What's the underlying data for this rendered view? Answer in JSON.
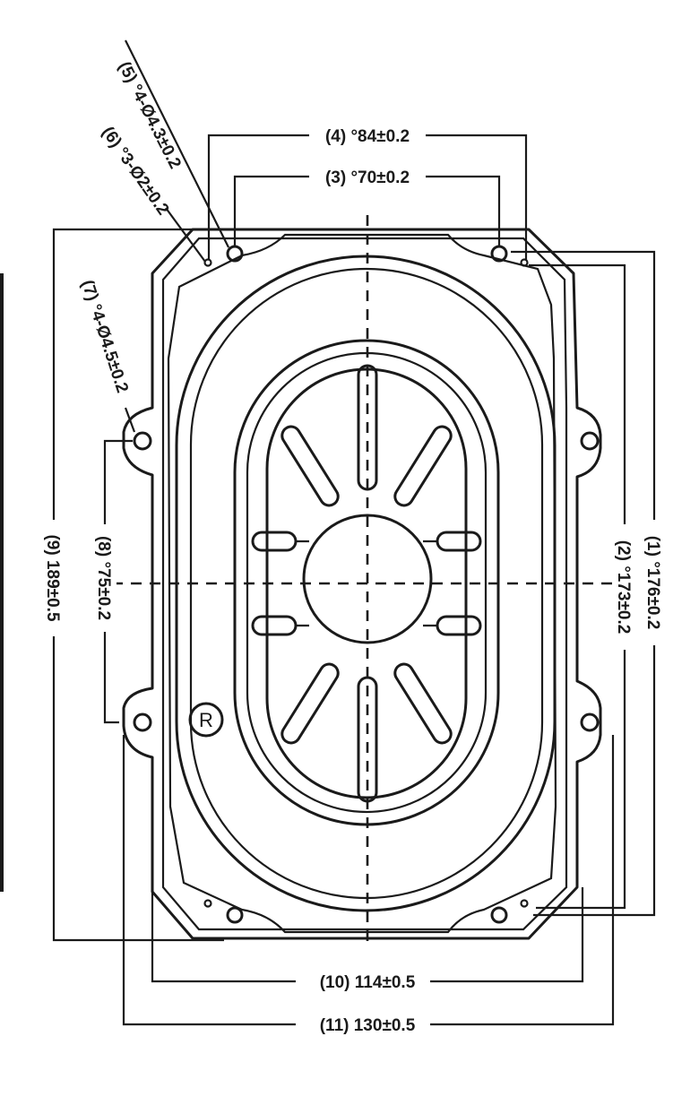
{
  "dimensions": {
    "d1": "(1) °176±0.2",
    "d2": "(2) °173±0.2",
    "d3": "(3) °70±0.2",
    "d4": "(4) °84±0.2",
    "d5": "(5) °4-Ø4.3±0.2",
    "d6": "(6) °3-Ø2±0.2",
    "d7": "(7) °4-Ø4.5±0.2",
    "d8": "(8) °75±0.2",
    "d9": "(9) 189±0.5",
    "d10": "(10) 114±0.5",
    "d11": "(11) 130±0.5"
  },
  "trademark": "R"
}
